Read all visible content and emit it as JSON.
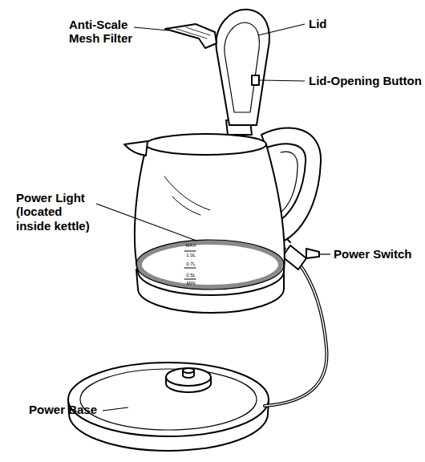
{
  "diagram": {
    "labels": [
      "Anti-Scale Mesh Filter",
      "Lid",
      "Lid-Opening Button",
      "Power Light (located inside kettle)",
      "Power Switch",
      "Power Base",
      "MAX",
      "1.0L",
      "0.7L",
      "0.5L",
      "MIN"
    ]
  }
}
